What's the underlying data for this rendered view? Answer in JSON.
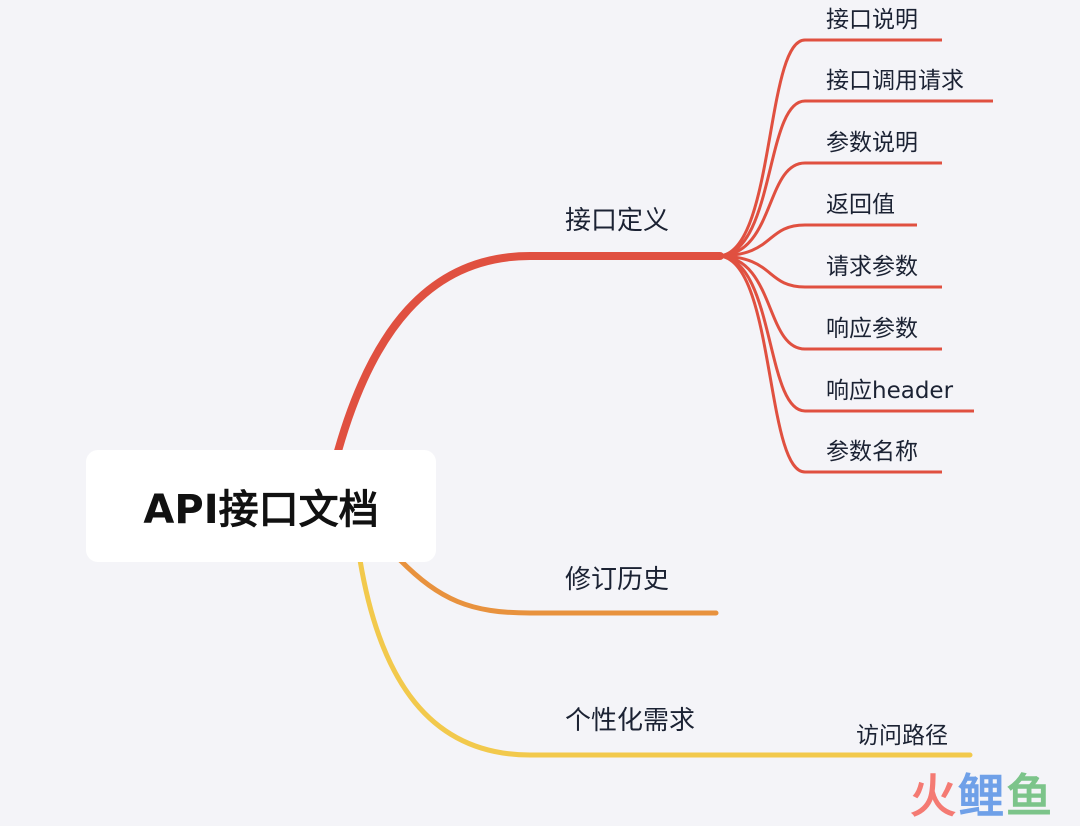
{
  "root": {
    "label": "API接口文档"
  },
  "branches": [
    {
      "label": "接口定义",
      "color": "#e05040",
      "children": [
        "接口说明",
        "接口调用请求",
        "参数说明",
        "返回值",
        "请求参数",
        "响应参数",
        "响应header",
        "参数名称"
      ]
    },
    {
      "label": "修订历史",
      "color": "#e8923e",
      "children": []
    },
    {
      "label": "个性化需求",
      "color": "#f2c94c",
      "children": [
        "访问路径"
      ]
    }
  ],
  "watermark": {
    "chars": [
      "火",
      "鲤",
      "鱼"
    ],
    "colors": [
      "#f47a73",
      "#6fa0e8",
      "#7cc48a"
    ]
  }
}
